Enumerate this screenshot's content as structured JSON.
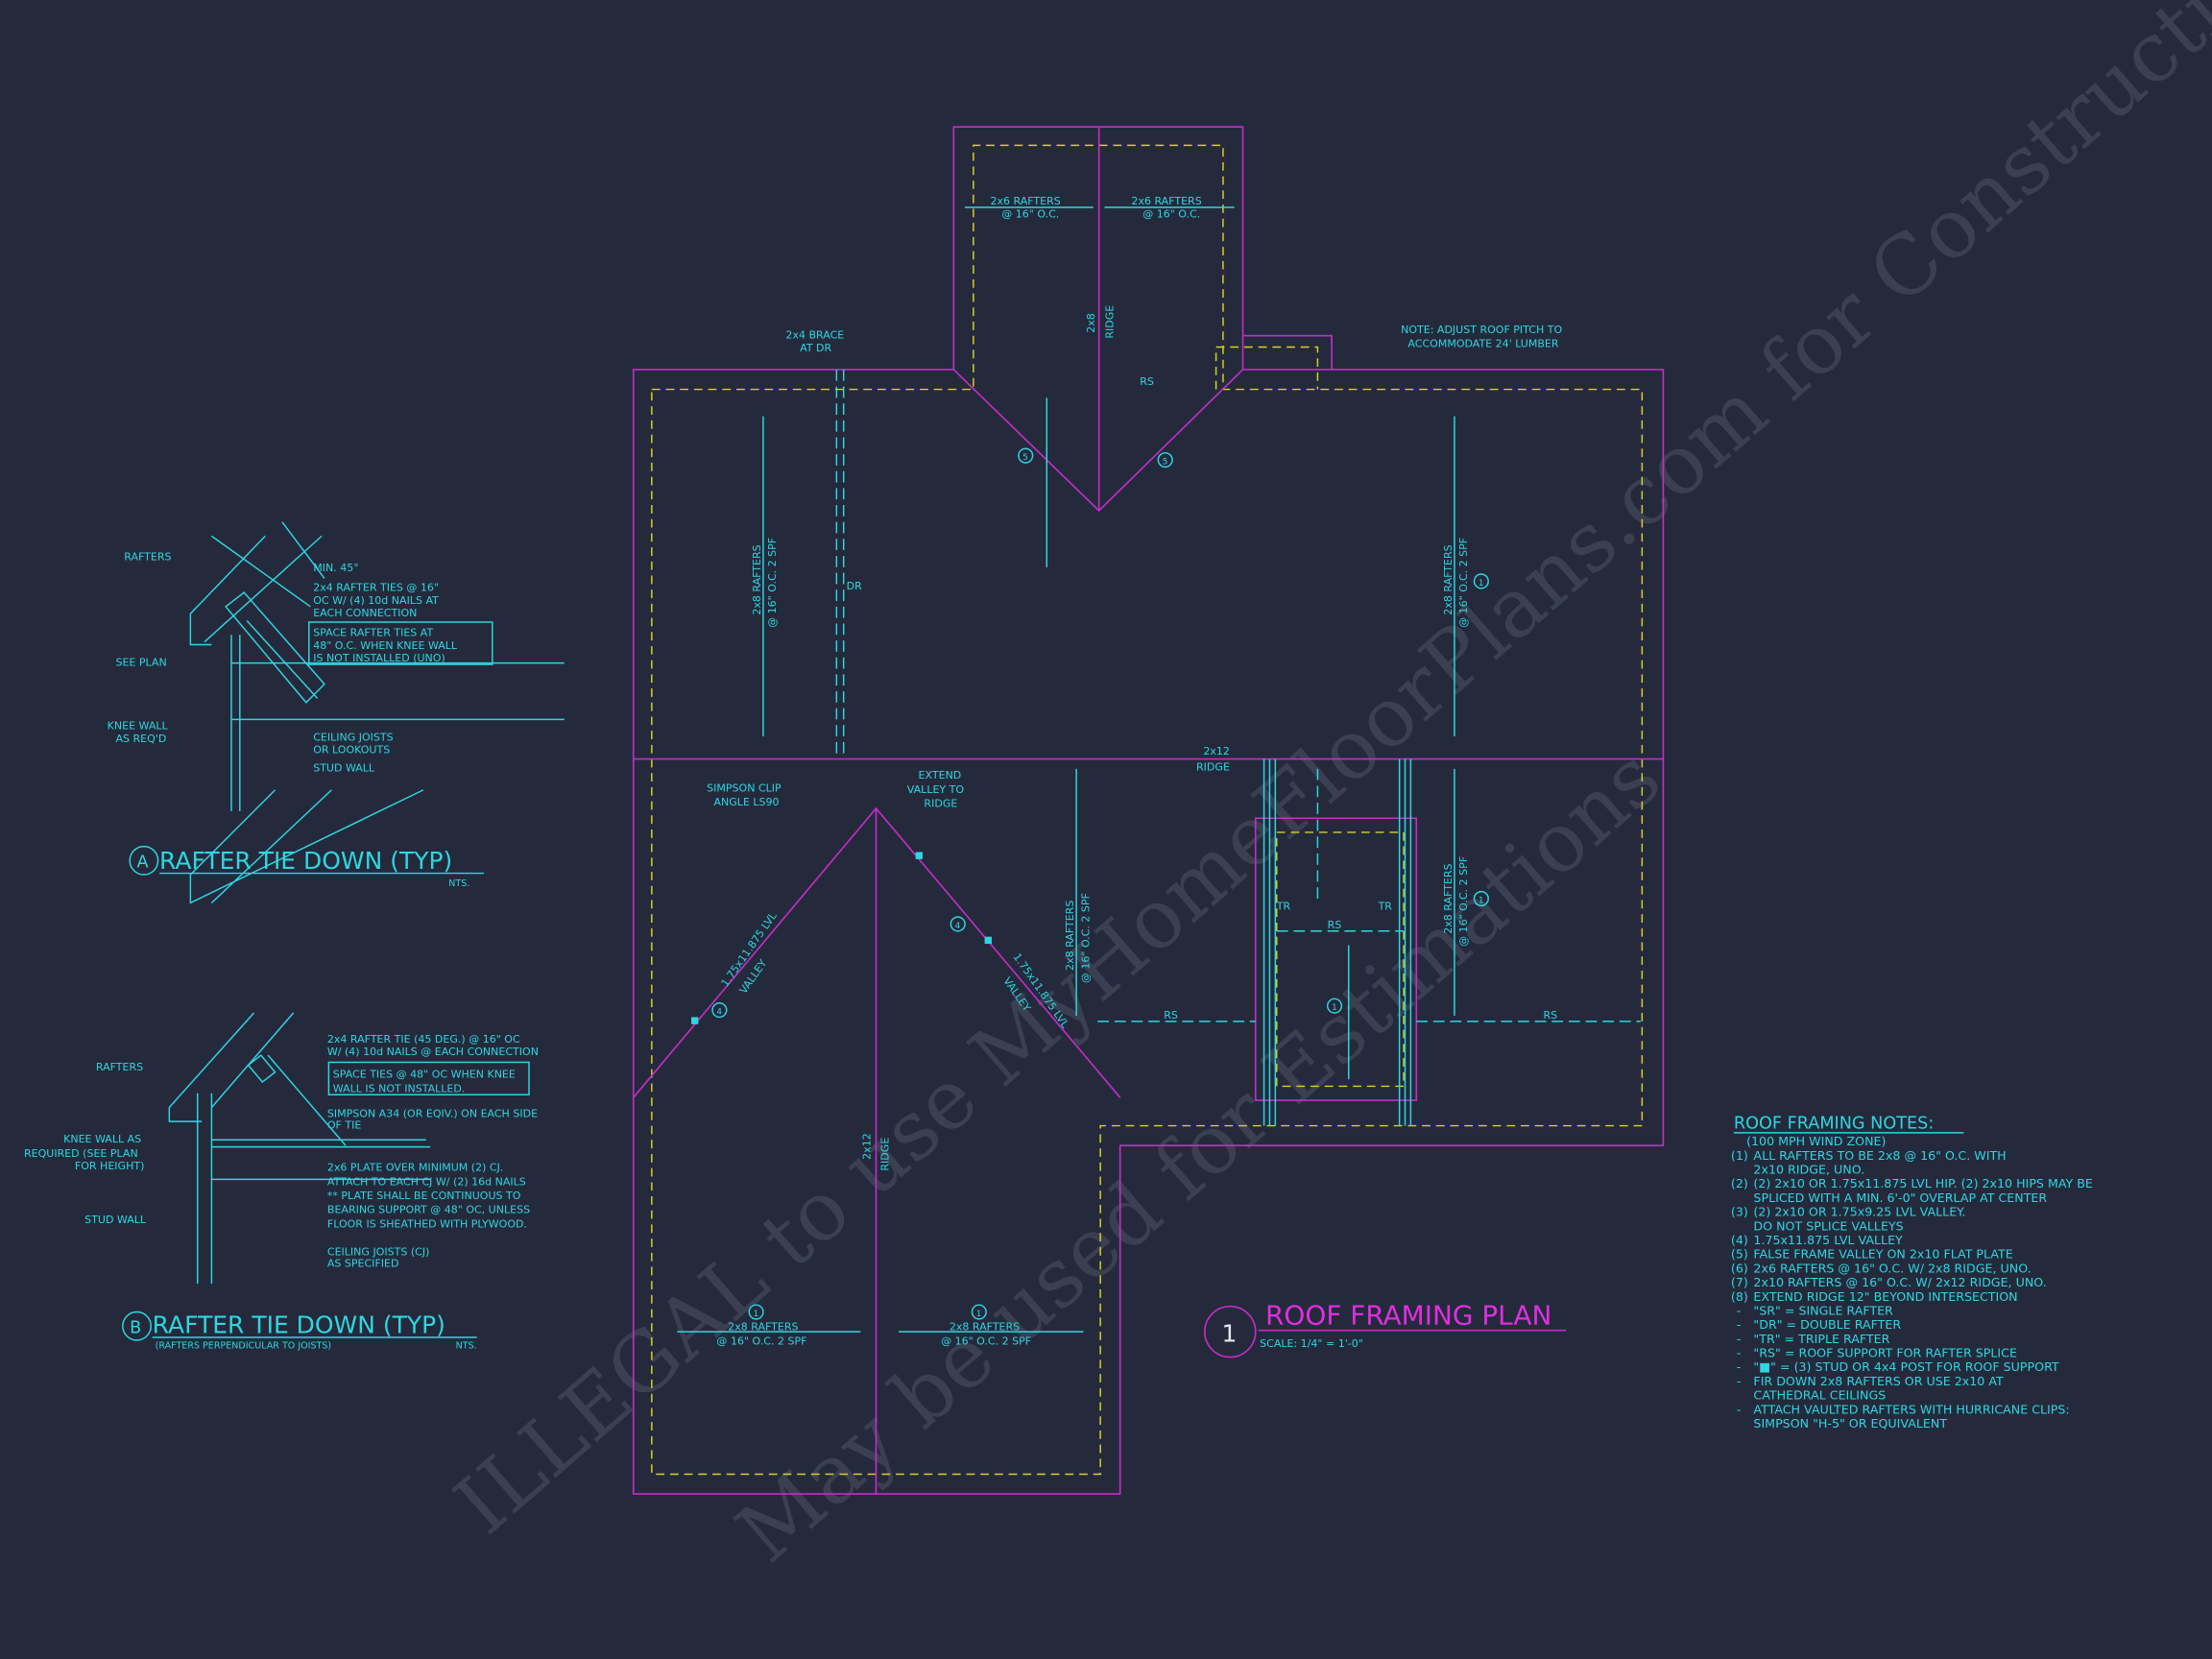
{
  "watermark": {
    "line1": "ILLEGAL to use MyHomeFloorPlans.com for Construction",
    "line2": "May be used for Estimations"
  },
  "detail_a": {
    "rafters": "RAFTERS",
    "min45": "MIN. 45°",
    "ties1": "2x4 RAFTER TIES @ 16\"",
    "ties2": "OC W/ (4) 10d NAILS AT",
    "ties3": "EACH CONNECTION",
    "box1": "SPACE RAFTER TIES AT",
    "box2": "48\" O.C. WHEN KNEE WALL",
    "box3": "IS NOT INSTALLED (UNO)",
    "see_plan": "SEE PLAN",
    "knee1": "KNEE WALL",
    "knee2": "AS REQ'D",
    "cj1": "CEILING JOISTS",
    "cj2": "OR LOOKOUTS",
    "stud": "STUD WALL",
    "tag": "A",
    "title": "RAFTER TIE DOWN (TYP)",
    "nts": "NTS."
  },
  "detail_b": {
    "rafters": "RAFTERS",
    "tie1": "2x4 RAFTER TIE (45 DEG.) @ 16\" OC",
    "tie2": "W/ (4) 10d NAILS @ EACH CONNECTION",
    "box1": "SPACE TIES @ 48\" OC WHEN KNEE",
    "box2": "WALL IS NOT INSTALLED.",
    "simp1": "SIMPSON A34 (OR EQIV.) ON EACH SIDE",
    "simp2": "OF TIE",
    "knee1": "KNEE WALL AS",
    "knee2": "REQUIRED (SEE PLAN",
    "knee3": "FOR HEIGHT)",
    "plate1": "2x6 PLATE OVER MINIMUM (2) CJ.",
    "plate2": "ATTACH TO EACH CJ W/ (2) 16d NAILS",
    "plate3": "** PLATE SHALL BE CONTINUOUS TO",
    "plate4": "BEARING SUPPORT @ 48\" OC, UNLESS",
    "plate5": "FLOOR IS SHEATHED WITH PLYWOOD.",
    "stud": "STUD WALL",
    "cj1": "CEILING JOISTS (CJ)",
    "cj2": "AS SPECIFIED",
    "tag": "B",
    "title": "RAFTER TIE DOWN (TYP)",
    "subtitle": "(RAFTERS PERPENDICULAR TO JOISTS)",
    "nts": "NTS."
  },
  "plan": {
    "r2x6_a1": "2x6 RAFTERS",
    "r2x6_a2": "@ 16\" O.C.",
    "r2x6_b1": "2x6 RAFTERS",
    "r2x6_b2": "@ 16\" O.C.",
    "ridge2x8": "2x8",
    "ridge2x8b": "RIDGE",
    "brace1": "2x4 BRACE",
    "brace2": "AT DR",
    "note1": "NOTE: ADJUST ROOF PITCH TO",
    "note2": "ACCOMMODATE 24' LUMBER",
    "rs": "RS",
    "dr": "DR",
    "tr": "TR",
    "n5": "5",
    "n4": "4",
    "n1": "1",
    "rafL1": "2x8 RAFTERS",
    "rafL2": "@ 16\" O.C. 2 SPF",
    "ridge2x12a": "2x12",
    "ridge2x12b": "RIDGE",
    "clip1": "SIMPSON CLIP",
    "clip2": "ANGLE LS90",
    "ext1": "EXTEND",
    "ext2": "VALLEY TO",
    "ext3": "RIDGE",
    "lvl1": "1.75x11.875 LVL",
    "lvl2": "VALLEY",
    "ridgeV1": "2x12",
    "ridgeV2": "RIDGE"
  },
  "title_block": {
    "number": "1",
    "title": "ROOF FRAMING PLAN",
    "scale": "SCALE: 1/4\" = 1'-0\""
  },
  "notes": {
    "heading": "ROOF FRAMING NOTES:",
    "zone": "(100 MPH WIND ZONE)",
    "items": [
      {
        "mark": "1",
        "lines": [
          "ALL RAFTERS TO BE 2x8 @ 16\" O.C. WITH",
          "2x10 RIDGE, UNO."
        ]
      },
      {
        "mark": "2",
        "lines": [
          "(2) 2x10 OR 1.75x11.875 LVL HIP. (2) 2x10 HIPS MAY BE",
          "SPLICED WITH A MIN. 6'-0\" OVERLAP AT CENTER"
        ]
      },
      {
        "mark": "3",
        "lines": [
          "(2) 2x10 OR 1.75x9.25 LVL VALLEY.",
          "DO NOT SPLICE VALLEYS"
        ]
      },
      {
        "mark": "4",
        "lines": [
          "1.75x11.875 LVL VALLEY"
        ]
      },
      {
        "mark": "5",
        "lines": [
          "FALSE FRAME VALLEY ON 2x10 FLAT PLATE"
        ]
      },
      {
        "mark": "6",
        "lines": [
          "2x6 RAFTERS @ 16\" O.C. W/ 2x8 RIDGE, UNO."
        ]
      },
      {
        "mark": "7",
        "lines": [
          "2x10 RAFTERS @ 16\" O.C. W/ 2x12 RIDGE, UNO."
        ]
      },
      {
        "mark": "8",
        "lines": [
          "EXTEND RIDGE 12\" BEYOND INTERSECTION"
        ]
      },
      {
        "mark": "-",
        "lines": [
          "\"SR\" = SINGLE RAFTER"
        ]
      },
      {
        "mark": "-",
        "lines": [
          "\"DR\" = DOUBLE RAFTER"
        ]
      },
      {
        "mark": "-",
        "lines": [
          "\"TR\" = TRIPLE RAFTER"
        ]
      },
      {
        "mark": "-",
        "lines": [
          "\"RS\" = ROOF SUPPORT FOR RAFTER SPLICE"
        ]
      },
      {
        "mark": "-",
        "lines": [
          "\"■\" = (3) STUD OR 4x4 POST FOR ROOF SUPPORT"
        ]
      },
      {
        "mark": "-",
        "lines": [
          "FIR DOWN 2x8 RAFTERS OR USE 2x10 AT",
          "CATHEDRAL CEILINGS"
        ]
      },
      {
        "mark": "-",
        "lines": [
          "ATTACH VAULTED RAFTERS WITH HURRICANE CLIPS:",
          "SIMPSON \"H-5\" OR EQUIVALENT"
        ]
      }
    ]
  },
  "colors": {
    "background": "#242a3c",
    "cyan": "#2fd6e0",
    "magenta": "#c42dc8",
    "yellow": "#d8d02a"
  }
}
